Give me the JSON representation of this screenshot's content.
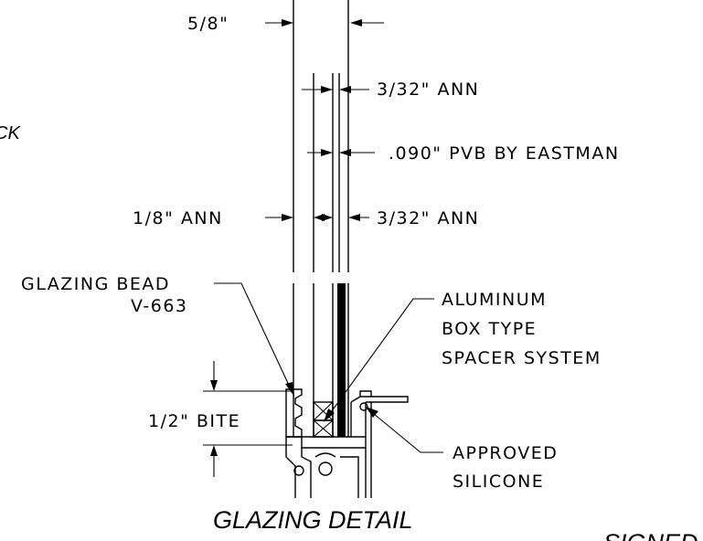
{
  "dimensions": {
    "overall_thickness": "5/8\"",
    "outer_lite": "3/32\" ANN",
    "interlayer": ".090\" PVB BY EASTMAN",
    "inner_lite": "3/32\" ANN",
    "back_lite": "1/8\" ANN",
    "bite": "1/2\" BITE"
  },
  "callouts": {
    "glazing_bead_line1": "GLAZING BEAD",
    "glazing_bead_line2": "V-663",
    "spacer_line1": "ALUMINUM",
    "spacer_line2": "BOX TYPE",
    "spacer_line3": "SPACER SYSTEM",
    "silicone_line1": "APPROVED",
    "silicone_line2": "SILICONE"
  },
  "title": "GLAZING DETAIL",
  "fragments": {
    "left_edge": "CK",
    "bottom_right": "SIGNED"
  }
}
